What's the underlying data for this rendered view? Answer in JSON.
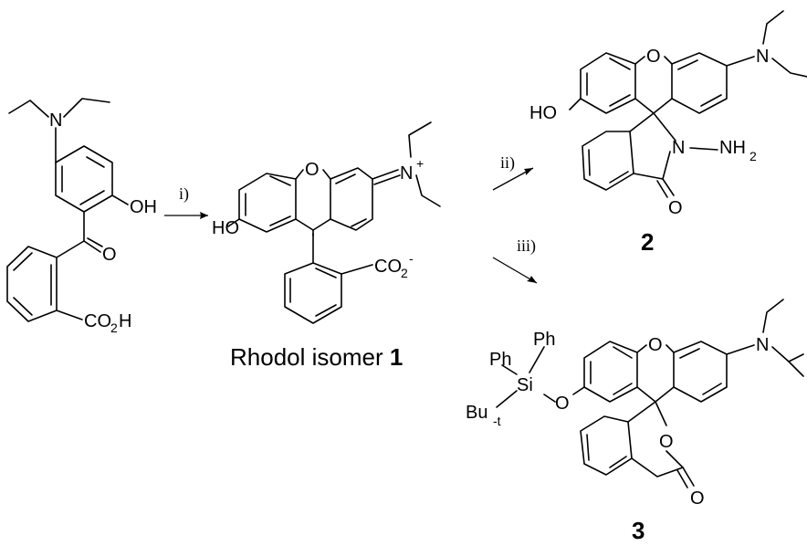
{
  "reagents": {
    "step_i": "i)",
    "step_ii": "ii)",
    "step_iii": "iii)"
  },
  "start_material": {
    "amine_n": "N",
    "hydroxyl": "OH",
    "ketone_o": "O",
    "acid_co": "CO",
    "acid_sub": "2",
    "acid_h": "H"
  },
  "rhodol": {
    "hydroxyl": "HO",
    "ring_o": "O",
    "iminium_n": "N",
    "iminium_charge": "+",
    "carboxylate_co": "CO",
    "carboxylate_sub": "2",
    "carboxylate_charge": "-",
    "caption": "Rhodol isomer ",
    "number": "1"
  },
  "compound2": {
    "hydroxyl": "HO",
    "ring_o": "O",
    "amine_n": "N",
    "lactam_n": "N",
    "nh": "NH",
    "nh_sub": "2",
    "carbonyl_o": "O",
    "number": "2"
  },
  "compound3": {
    "ph_left": "Ph",
    "ph_right": "Ph",
    "si": "Si",
    "ether_o": "O",
    "tbu": "Bu",
    "tbu_sub": "-t",
    "ring_o": "O",
    "amine_n": "N",
    "lactone_o": "O",
    "carbonyl_o": "O",
    "number": "3"
  }
}
